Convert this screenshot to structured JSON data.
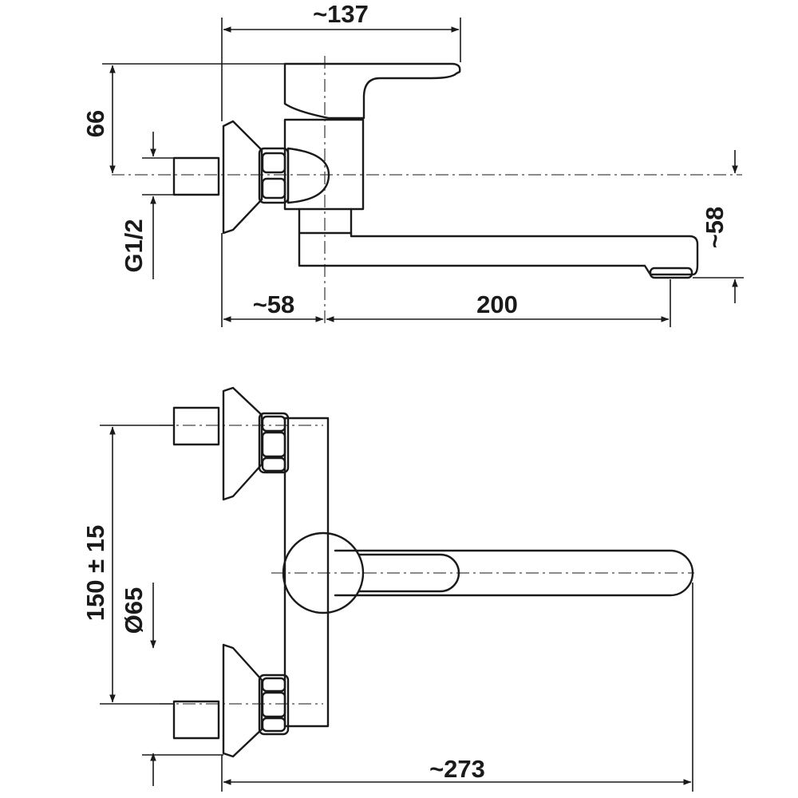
{
  "drawing": {
    "side_view": {
      "dim_width_top": "~137",
      "dim_height_66": "66",
      "dim_thread": "G1/2",
      "dim_spout_drop": "~58",
      "dim_wall_offset": "~58",
      "dim_spout_reach": "200"
    },
    "top_view": {
      "dim_centers": "150 ± 15",
      "dim_flange": "Ø65",
      "dim_total": "~273"
    }
  }
}
